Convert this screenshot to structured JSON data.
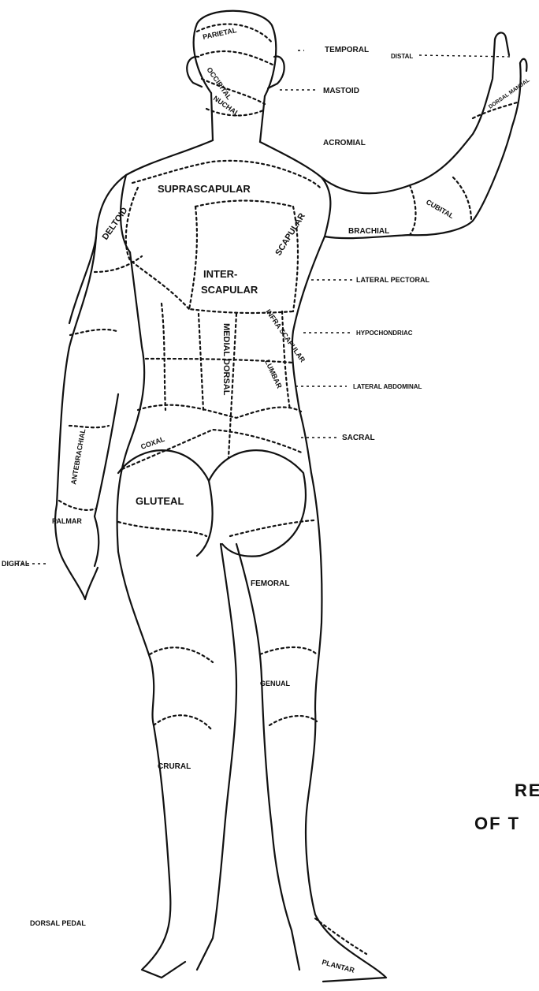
{
  "figure": {
    "title_lines": [
      "RE",
      "OF T"
    ]
  },
  "labels": {
    "parietal": "PARIETAL",
    "occipital": "OCCIPITAL",
    "nuchal": "NUCHAL",
    "temporal": "TEMPORAL",
    "mastoid": "MASTOID",
    "acromial": "ACROMIAL",
    "distal": "DISTAL",
    "dorsal_manual": "DORSAL MANUAL",
    "suprascapular": "SUPRASCAPULAR",
    "deltoid": "DELTOID",
    "scapular": "SCAPULAR",
    "brachial": "BRACHIAL",
    "cubital": "CUBITAL",
    "interscapular_1": "INTER-",
    "interscapular_2": "SCAPULAR",
    "lateral_pectoral": "LATERAL PECTORAL",
    "infrascapular": "INFRA SCAPULAR",
    "medial_dorsal": "MEDIAL DORSAL",
    "hypochondriac": "HYPOCHONDRIAC",
    "lumbar": "LUMBAR",
    "lateral_abdominal": "LATERAL ABDOMINAL",
    "antebrachial": "ANTEBRACHIAL",
    "coxal": "COXAL",
    "sacral": "SACRAL",
    "gluteal": "GLUTEAL",
    "palmar": "PALMAR",
    "digital": "DIGITAL",
    "femoral": "FEMORAL",
    "genual": "GENUAL",
    "crural": "CRURAL",
    "dorsal_pedal": "DORSAL PEDAL",
    "plantar": "PLANTAR"
  }
}
